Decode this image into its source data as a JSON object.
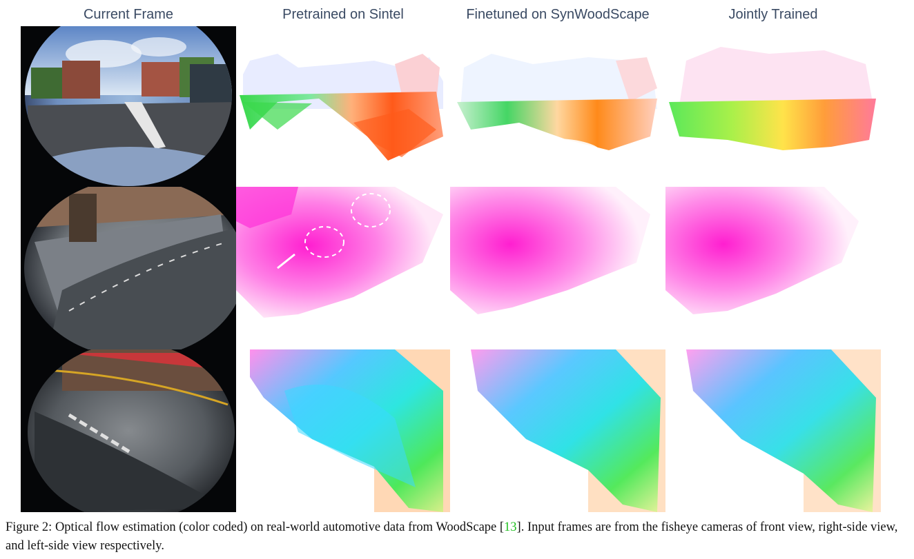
{
  "figure": {
    "columns": [
      {
        "title": "Current Frame"
      },
      {
        "title": "Pretrained on Sintel"
      },
      {
        "title": "Finetuned on SynWoodScape"
      },
      {
        "title": "Jointly Trained"
      }
    ],
    "rows": [
      {
        "view": "front"
      },
      {
        "view": "right-side"
      },
      {
        "view": "left-side"
      }
    ],
    "caption": {
      "prefix": "Figure 2: Optical flow estimation (color coded) on real-world automotive data from WoodScape [",
      "ref": "13",
      "suffix": "]. Input frames are from the fisheye cameras of front view, right-side view, and left-side view respectively."
    }
  },
  "colors": {
    "title": "#3a4a63",
    "ref_link": "#21c021"
  }
}
